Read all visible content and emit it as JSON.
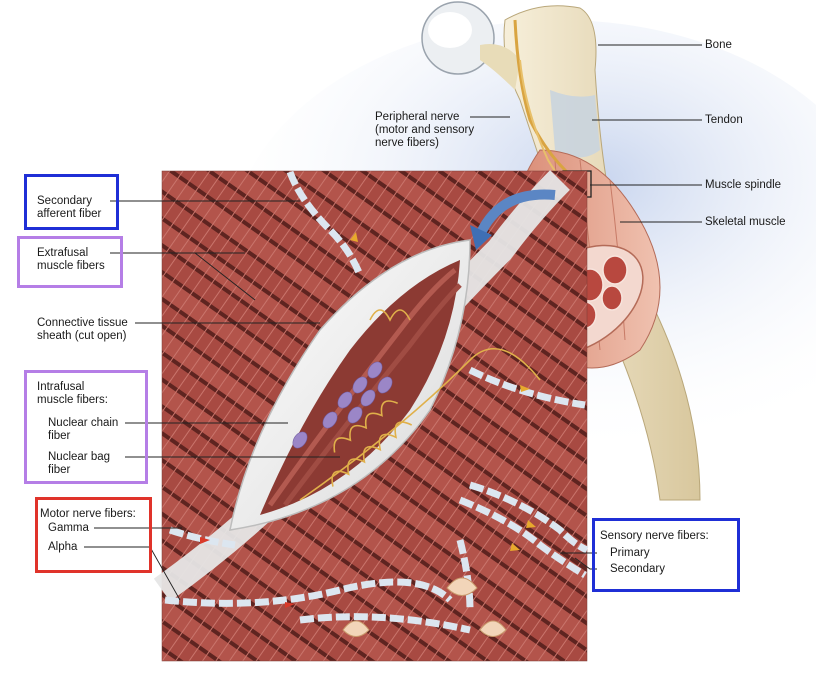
{
  "labels": {
    "bone": "Bone",
    "tendon": "Tendon",
    "muscle_spindle": "Muscle spindle",
    "skeletal_muscle": "Skeletal muscle",
    "peripheral_nerve": "Peripheral nerve\n(motor and sensory\nnerve fibers)",
    "secondary_afferent": "Secondary\nafferent fiber",
    "extrafusal": "Extrafusal\nmuscle fibers",
    "connective_tissue": "Connective tissue\nsheath (cut open)",
    "intrafusal_heading": "Intrafusal\nmuscle fibers:",
    "nuclear_chain": "Nuclear chain\nfiber",
    "nuclear_bag": "Nuclear bag\nfiber",
    "motor_heading": "Motor nerve fibers:",
    "gamma": "Gamma",
    "alpha": "Alpha",
    "sensory_heading": "Sensory nerve fibers:",
    "primary": "Primary",
    "secondary": "Secondary"
  },
  "box_colors": {
    "blue": "#1f2fd6",
    "purple": "#b57ee6",
    "red": "#e0332a"
  },
  "palette": {
    "muscle": "#a6463f",
    "muscle_dark": "#6e2a26",
    "sheath": "#f4f4f4",
    "bone": "#efe4c8",
    "nerve": "#d9a441",
    "halo": "#cdd9ef"
  }
}
